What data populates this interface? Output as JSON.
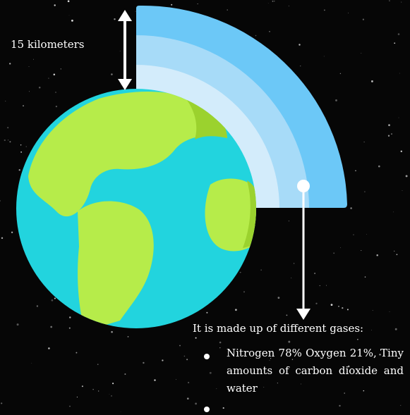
{
  "thickness_label": "15 kilometers",
  "gases_heading": "It is made up of different gases:",
  "gas_items": [
    "Nitrogen 78% Oxygen 21%, Tiny amounts of carbon dioxide and water",
    ""
  ],
  "colors": {
    "space": "#060606",
    "atmosphere_outer": "#6cc8f7",
    "atmosphere_mid": "#a7dbf8",
    "atmosphere_inner": "#d3ecfb",
    "ocean": "#22d4de",
    "ocean_shade": "#17b4c4",
    "land": "#b6ec4a",
    "land_shade": "#9bd22e",
    "arrow": "#ffffff"
  }
}
